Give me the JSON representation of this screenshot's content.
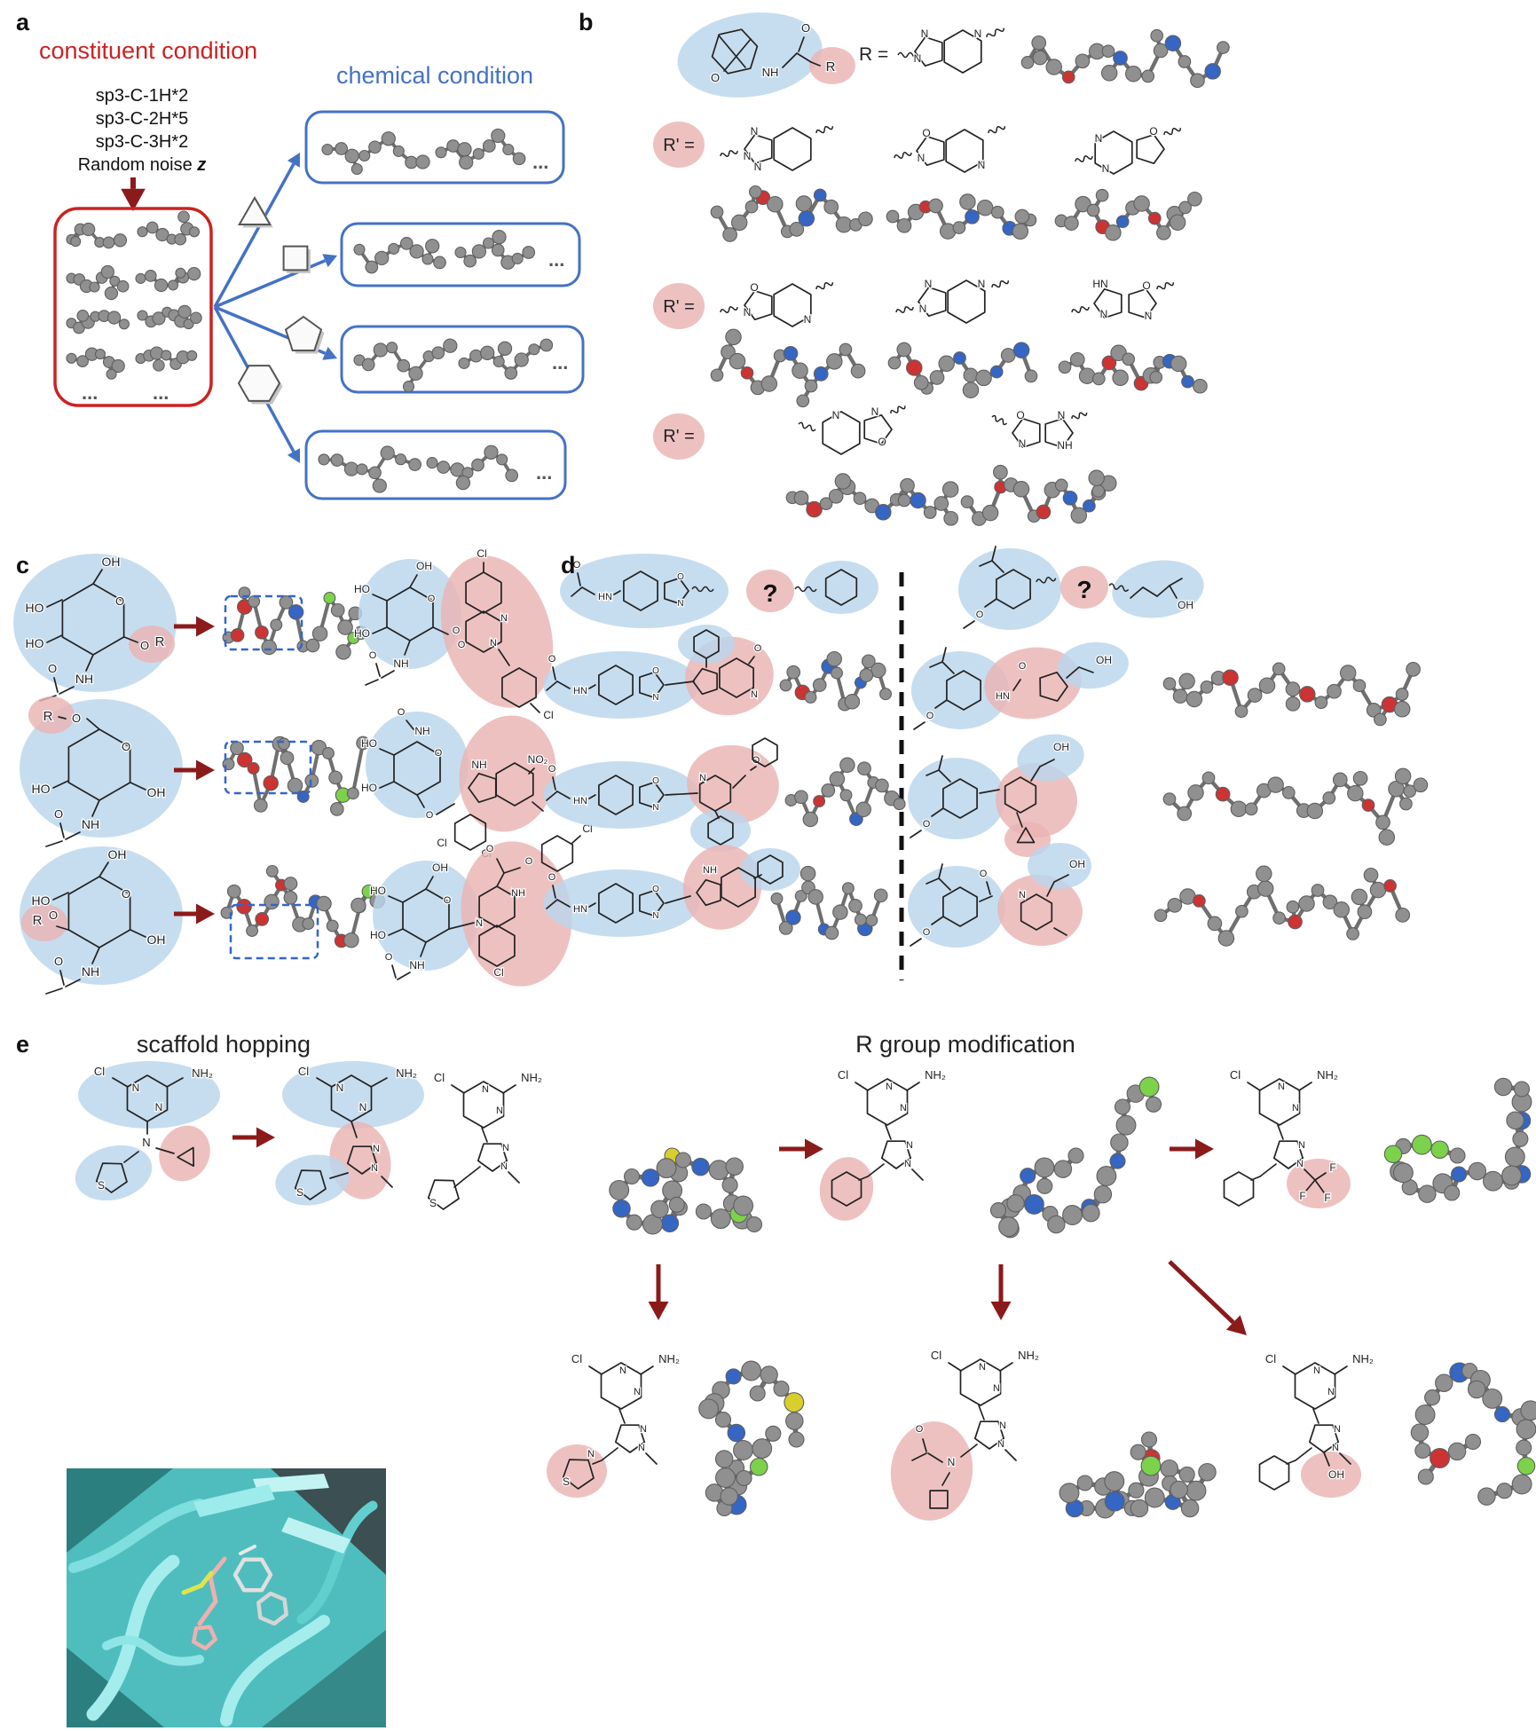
{
  "figure": {
    "panels": {
      "a": {
        "label": "a",
        "constituent_title": "constituent condition",
        "conditions": [
          "sp3-C-1H*2",
          "sp3-C-2H*5",
          "sp3-C-3H*2"
        ],
        "noise_prefix": "Random noise ",
        "noise_symbol": "z",
        "chemical_title": "chemical condition",
        "ellipsis": "..."
      },
      "b": {
        "label": "b",
        "r_label": "R =",
        "r_prime_label": "R' ="
      },
      "c": {
        "label": "c"
      },
      "d": {
        "label": "d",
        "question_mark": "?"
      },
      "e": {
        "label": "e",
        "scaffold_title": "scaffold hopping",
        "rgroup_title": "R group modification"
      }
    },
    "atom_labels": {
      "N": "N",
      "O": "O",
      "S": "S",
      "Cl": "Cl",
      "F": "F",
      "R": "R",
      "NH": "NH",
      "HN": "HN",
      "OH": "OH",
      "HO": "HO",
      "NH2": "NH₂",
      "NO2": "NO₂"
    },
    "colors": {
      "red_accent": "#cc2222",
      "dark_red_arrow": "#8b1a1a",
      "blue_accent": "#4472c4",
      "blob_blue": "#b9d5ec",
      "blob_red": "#eab3b3",
      "atom_gray": "#909090",
      "bond_gray": "#6f6f6f",
      "atom_blue": "#3566c4",
      "atom_red": "#cc3333",
      "atom_green": "#7cd24a",
      "atom_yellow": "#d8ce2e",
      "structure_black": "#222222",
      "protein_teal": "#2c7f7f",
      "protein_cyan": "#a5ecec"
    }
  }
}
